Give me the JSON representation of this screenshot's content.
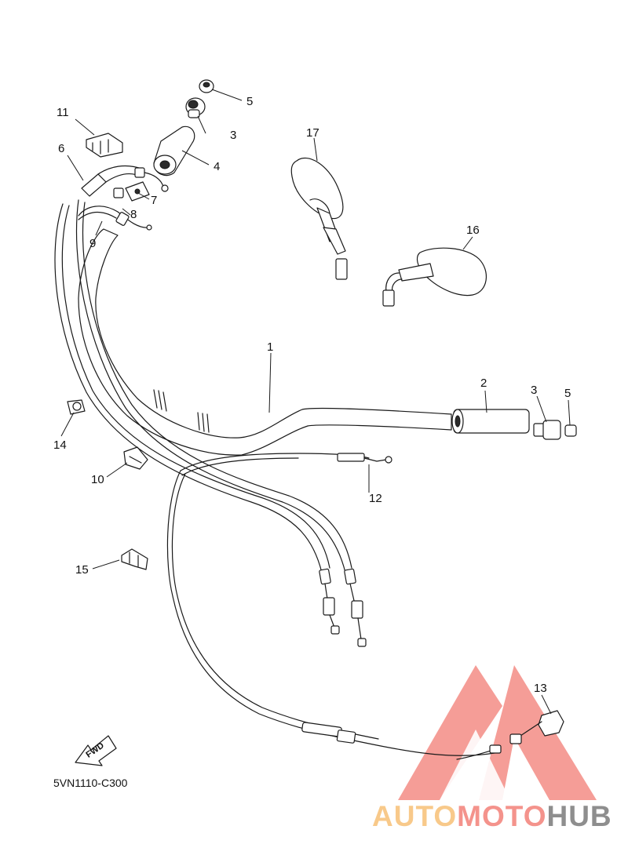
{
  "diagram": {
    "code": "5VN1110-C300",
    "fwd_label": "FWD",
    "parts": [
      {
        "id": "p1",
        "label": "1"
      },
      {
        "id": "p2",
        "label": "2"
      },
      {
        "id": "p3a",
        "label": "3"
      },
      {
        "id": "p3b",
        "label": "3"
      },
      {
        "id": "p4",
        "label": "4"
      },
      {
        "id": "p5a",
        "label": "5"
      },
      {
        "id": "p5b",
        "label": "5"
      },
      {
        "id": "p6",
        "label": "6"
      },
      {
        "id": "p7",
        "label": "7"
      },
      {
        "id": "p8",
        "label": "8"
      },
      {
        "id": "p9",
        "label": "9"
      },
      {
        "id": "p10",
        "label": "10"
      },
      {
        "id": "p11",
        "label": "11"
      },
      {
        "id": "p12",
        "label": "12"
      },
      {
        "id": "p13",
        "label": "13"
      },
      {
        "id": "p14",
        "label": "14"
      },
      {
        "id": "p15",
        "label": "15"
      },
      {
        "id": "p16",
        "label": "16"
      },
      {
        "id": "p17",
        "label": "17"
      }
    ]
  },
  "watermark": {
    "part1": "AUTO",
    "part2": "MOTO",
    "part3": "HUB",
    "colors": {
      "orange": "#f8c98a",
      "red": "#f4938c",
      "gray": "#8e8e8e"
    }
  }
}
